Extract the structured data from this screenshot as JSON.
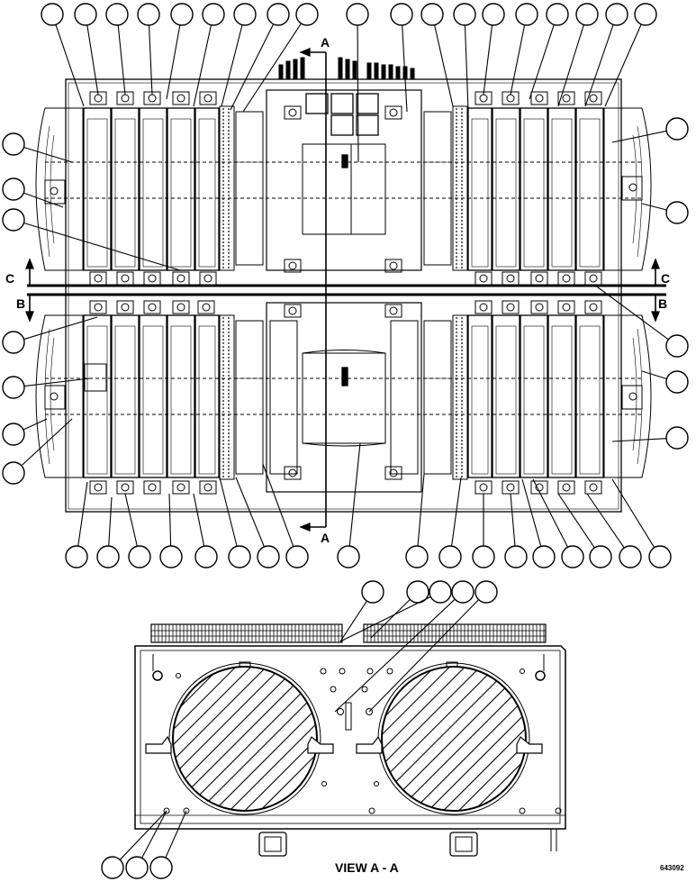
{
  "section_marks": {
    "a": "A",
    "b": "B",
    "c": "C"
  },
  "view_title": "VIEW A - A",
  "drawing_code": "643092"
}
